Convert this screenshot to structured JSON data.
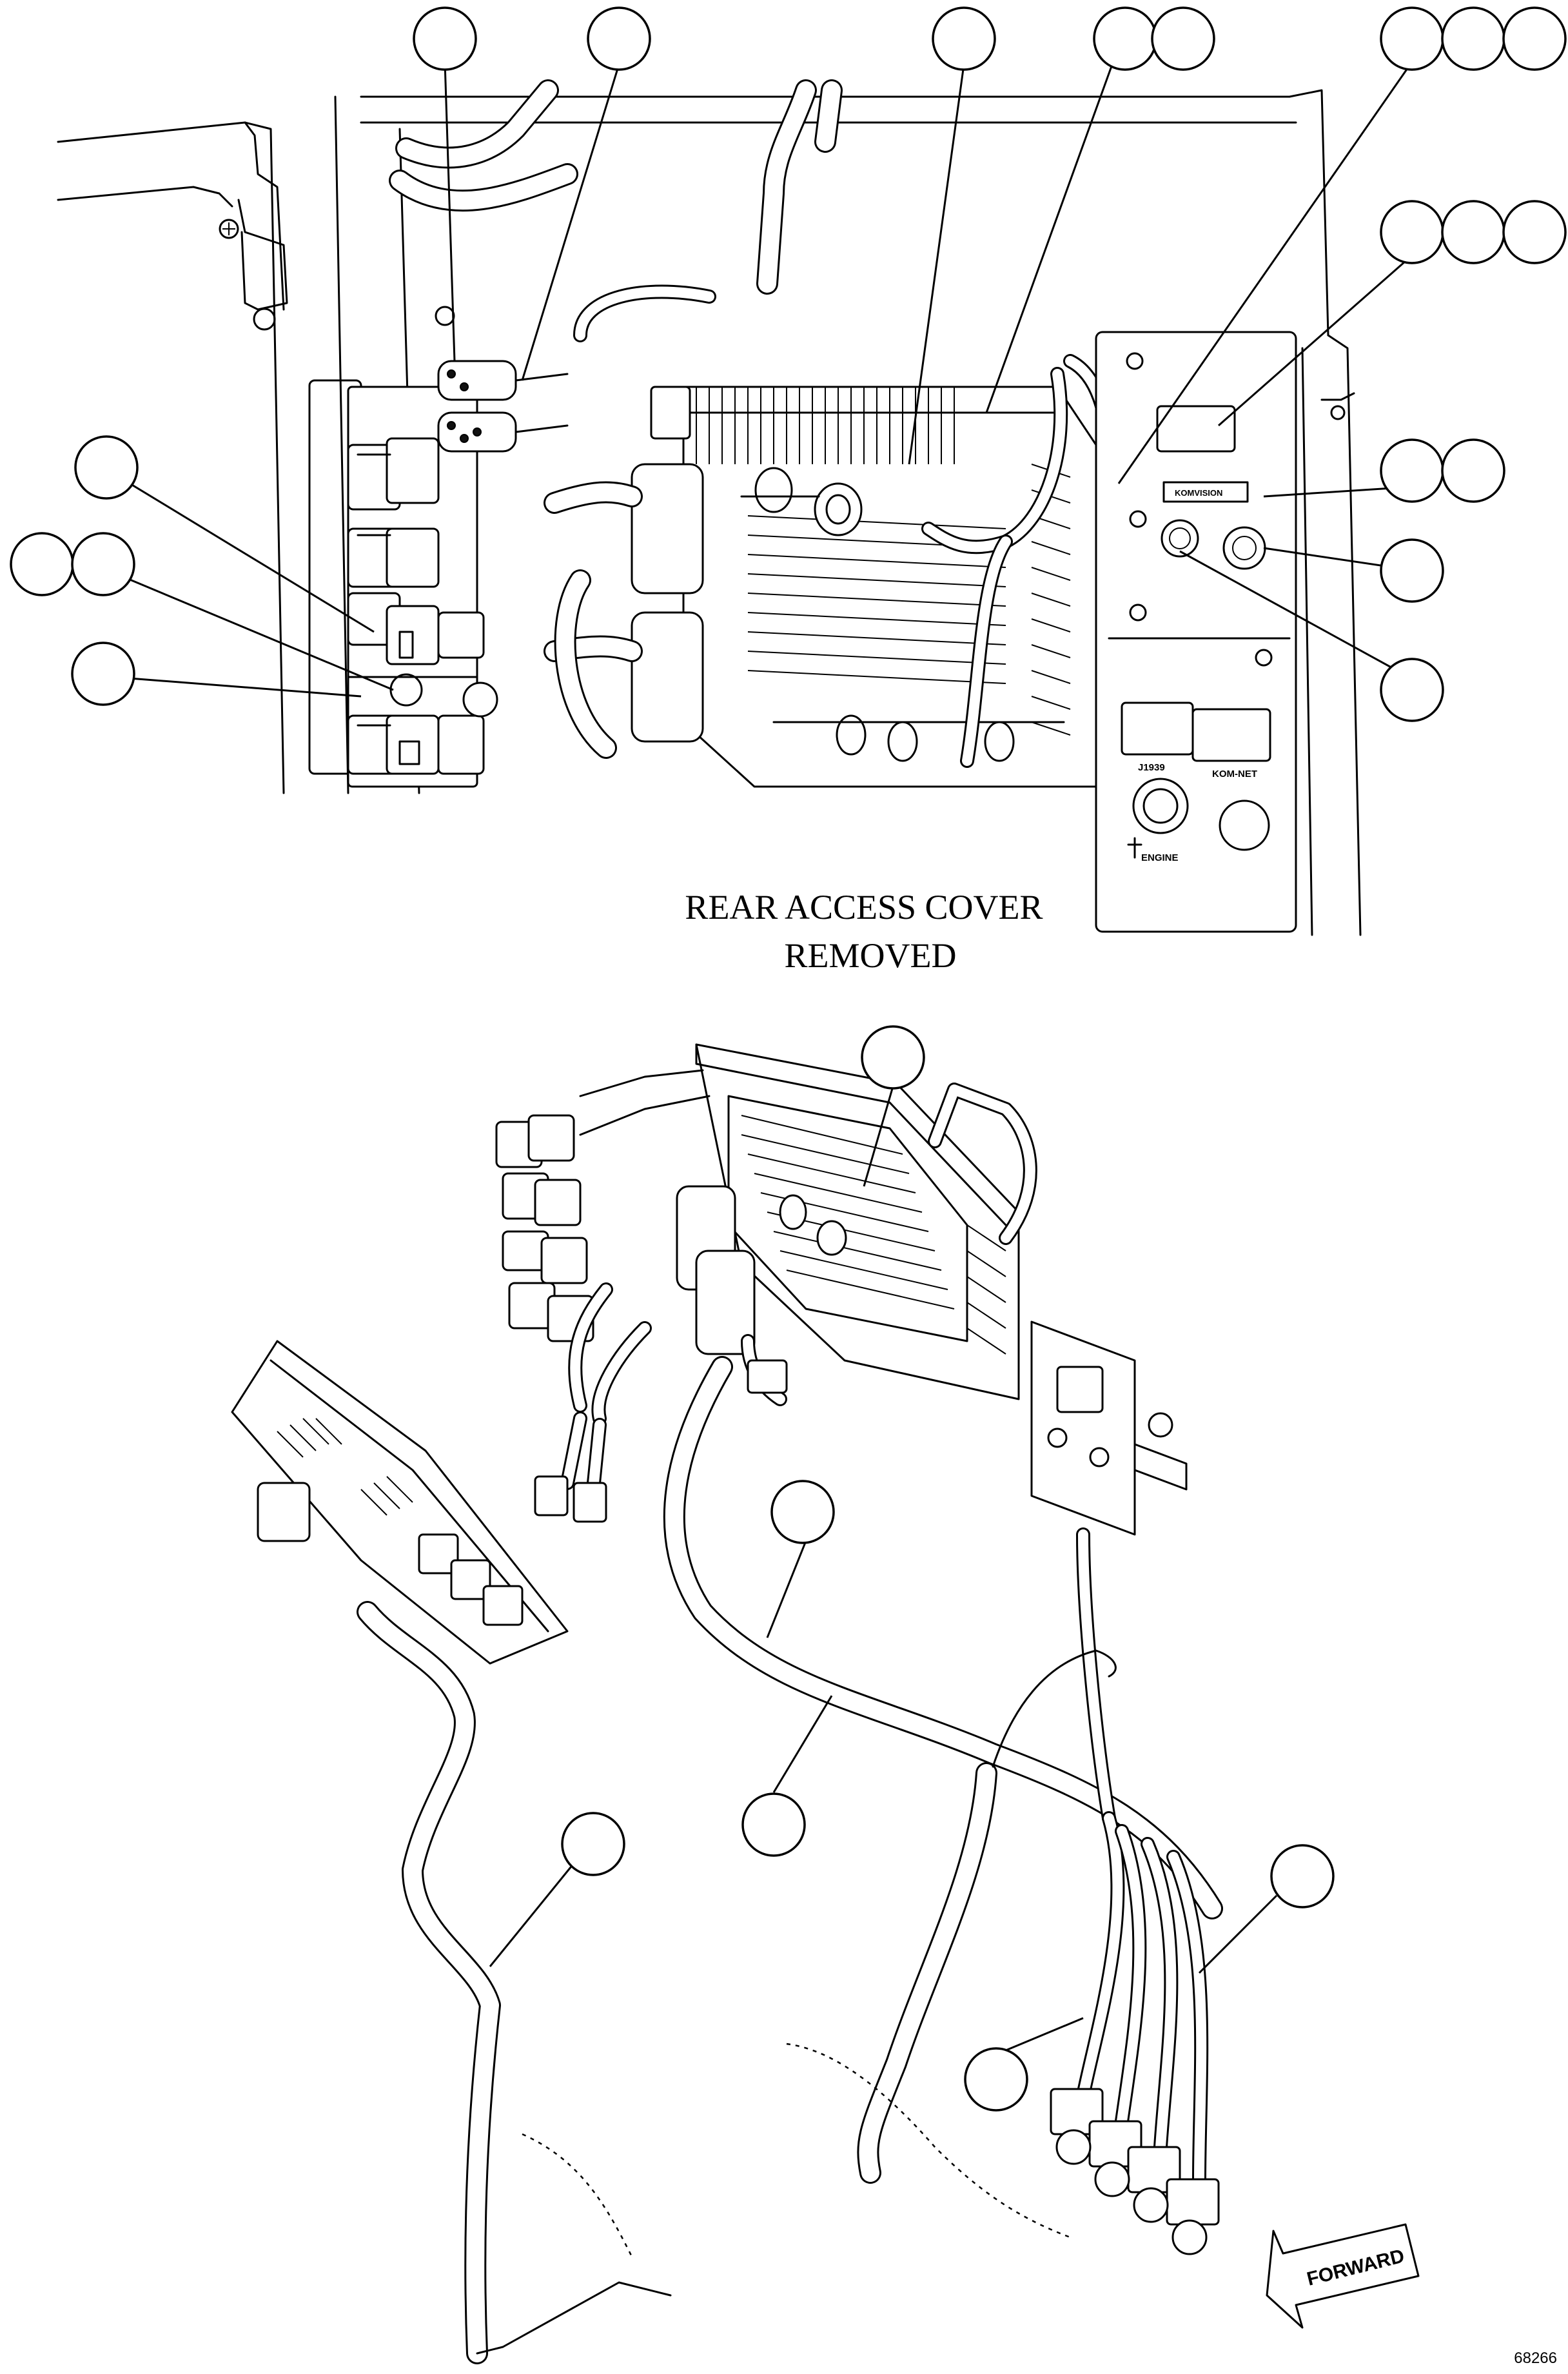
{
  "caption": {
    "line1": "REAR ACCESS COVER",
    "line2": "REMOVED"
  },
  "panel_labels": {
    "komvision": "KOMVISION",
    "j1939": "J1939",
    "kom_net": "KOM-NET",
    "engine": "ENGINE"
  },
  "forward_label": "FORWARD",
  "document_number": "68266"
}
